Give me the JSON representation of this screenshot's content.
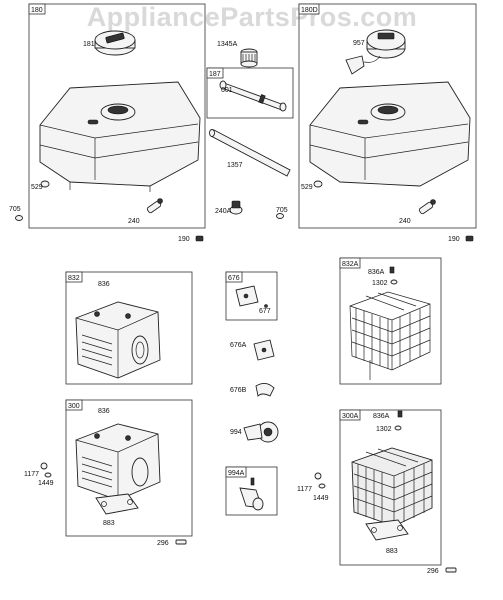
{
  "watermark": "AppliancePartsPros.com",
  "panels": {
    "tank_a": "180",
    "tank_b": "180D",
    "fuel_line": "187",
    "muffler_a": "832",
    "muffler_b": "300",
    "deflector": "676",
    "muffler_guard_a": "832A",
    "muffler_guard_b": "300A",
    "deflector_b": "994A"
  },
  "parts": {
    "cap_a": "181",
    "filter": "1345A",
    "cap_b": "957",
    "line_601": "601",
    "tube": "1357",
    "plug_240A": "240A",
    "washer_705_mid": "705",
    "washer_705_left": "705",
    "bushing_529_a": "529",
    "bushing_529_b": "529",
    "valve_240_a": "240",
    "valve_240_b": "240",
    "screw_190_a": "190",
    "screw_190_b": "190",
    "muffler_836_a": "836",
    "muffler_836_b": "836",
    "clip_677": "677",
    "deflector_676A": "676A",
    "deflector_676B": "676B",
    "deflector_994": "994",
    "screw_836A_a": "836A",
    "screw_836A_b": "836A",
    "screen_1302_a": "1302",
    "screen_1302_b": "1302",
    "nut_1177_a": "1177",
    "nut_1177_b": "1177",
    "lockwasher_1449_a": "1449",
    "lockwasher_1449_b": "1449",
    "gasket_883_a": "883",
    "gasket_883_b": "883",
    "stud_296_a": "296",
    "stud_296_b": "296"
  }
}
